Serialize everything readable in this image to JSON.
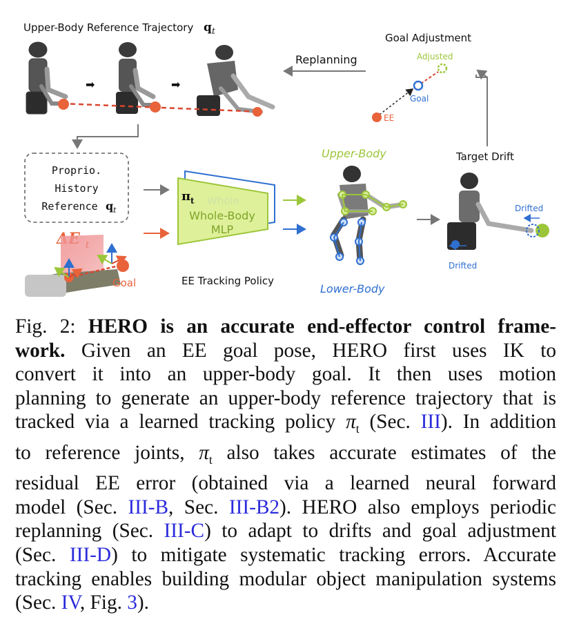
{
  "figure": {
    "trajectory_title": "Upper-Body Reference Trajectory",
    "trajectory_symbol": "q",
    "trajectory_sub": "t",
    "goal_adjustment_title": "Goal Adjustment",
    "replanning_label": "Replanning",
    "adjusted_label": "Adjusted",
    "goal_label": "Goal",
    "ee_label": "EE",
    "target_drift_label": "Target Drift",
    "inputs": [
      "Proprio.",
      "History",
      "Reference"
    ],
    "reference_symbol": "q",
    "reference_sub": "t",
    "delta_label": "ΔE",
    "delta_sub": "t",
    "goal_small_label": "Goal",
    "policy_symbol": "π",
    "policy_sub": "t",
    "mlp_line1": "Whole-Body",
    "mlp_line2": "MLP",
    "mlp_ghost": "Whole",
    "policy_caption": "EE Tracking Policy",
    "upper_body_label": "Upper-Body",
    "lower_body_label": "Lower-Body",
    "drifted_top": "Drifted",
    "drifted_bottom": "Drifted",
    "colors": {
      "orange": "#e8623a",
      "green": "#9cc63a",
      "blue": "#2f6fd0",
      "gray": "#777777",
      "mlp_fill": "#dff09a"
    }
  },
  "caption": {
    "fig_label": "Fig. 2:",
    "bold": "HERO is an accurate end-effector control frame-work.",
    "bold_l1": "HERO is an accurate end-effector control frame-",
    "bold_l2": "work.",
    "lines": [
      "Given an EE goal pose, HERO first uses IK to",
      "convert it into an upper-body goal. It then uses motion",
      "planning to generate an upper-body reference trajectory that is",
      "tracked via a learned tracking policy",
      "to reference joints,",
      "residual EE error (obtained via a learned neural forward",
      "model (Sec.",
      "replanning (Sec.",
      "(Sec.",
      "tracking enables building modular object manipulation systems",
      "(Sec."
    ],
    "frag": {
      "l4_pi": "π",
      "l4_sub": "t",
      "l4_sec": "(Sec.",
      "l4_end": "). In addition",
      "l5_pi": "π",
      "l5_sub": "t",
      "l5_rest": "also takes accurate estimates of the",
      "l7_mid": ", Sec.",
      "l7_end": "). HERO also employs periodic",
      "l8_end": ") to adapt to drifts and goal adjustment",
      "l9_end": ") to mitigate systematic tracking errors. Accurate",
      "l11_mid": ", Fig.",
      "l11_end": ")."
    },
    "links": {
      "III": "III",
      "III_B": "III-B",
      "III_B2": "III-B2",
      "III_C": "III-C",
      "III_D": "III-D",
      "IV": "IV",
      "fig3": "3"
    }
  }
}
